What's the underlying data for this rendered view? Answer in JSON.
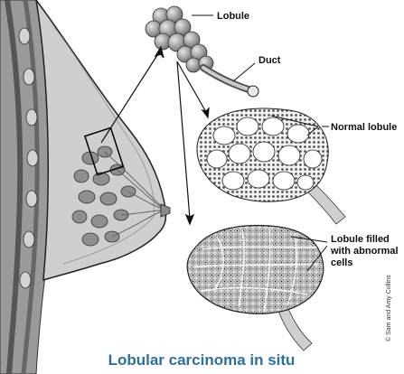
{
  "title": "Lobular carcinoma in situ",
  "labels": {
    "lobule": "Lobule",
    "duct": "Duct",
    "normal_lobule": "Normal lobule",
    "abnormal_line1": "Lobule filled",
    "abnormal_line2": "with abnormal",
    "abnormal_line3": "cells"
  },
  "credit": "© Sam and Amy Collins",
  "colors": {
    "title": "#2f6f9c",
    "tissue": "#bdbdbd",
    "lobe": "#8f8f8f",
    "outline": "#222222"
  }
}
